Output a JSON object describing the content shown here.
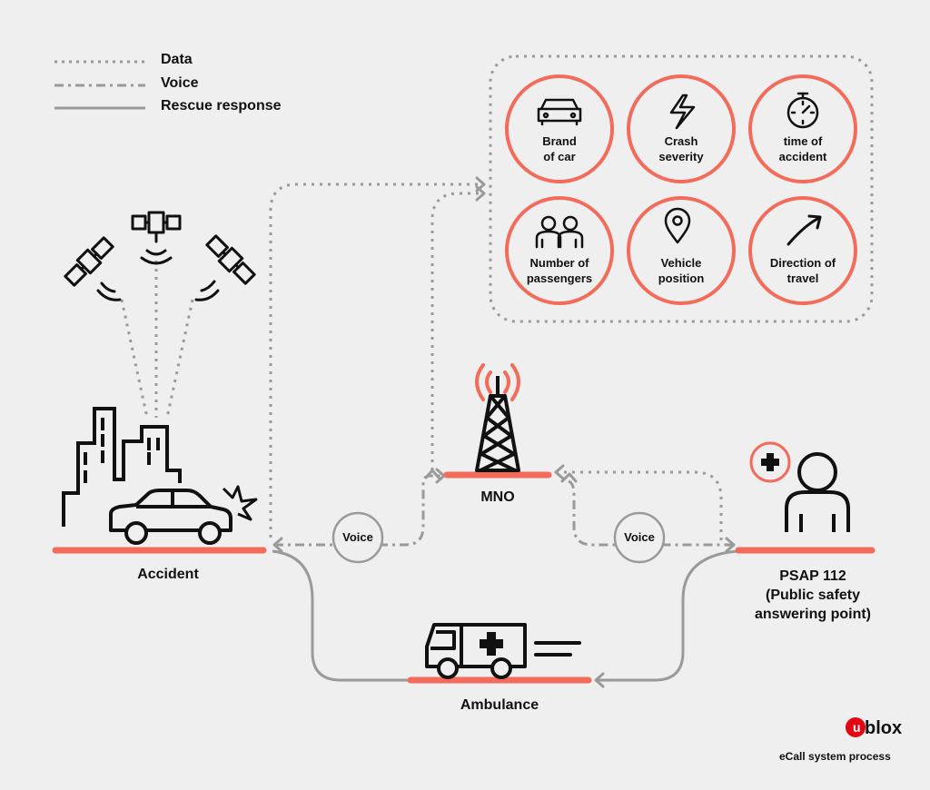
{
  "legend": {
    "data": "Data",
    "voice": "Voice",
    "rescue": "Rescue response"
  },
  "info_items": [
    {
      "label": "Brand\nof car",
      "icon": "car-front-icon"
    },
    {
      "label": "Crash\nseverity",
      "icon": "lightning-icon"
    },
    {
      "label": "time of\naccident",
      "icon": "stopwatch-icon"
    },
    {
      "label": "Number of\npassengers",
      "icon": "passengers-icon"
    },
    {
      "label": "Vehicle\nposition",
      "icon": "location-pin-icon"
    },
    {
      "label": "Direction of\ntravel",
      "icon": "arrow-up-right-icon"
    }
  ],
  "nodes": {
    "accident": "Accident",
    "mno": "MNO",
    "psap": "PSAP 112\n(Public safety\nanswering point)",
    "ambulance": "Ambulance"
  },
  "voice_badges": [
    "Voice",
    "Voice"
  ],
  "brand": {
    "logo_text": "ublox",
    "caption": "eCall system process"
  },
  "colors": {
    "accent": "#f26b5b",
    "line_gray": "#9a9a9a",
    "background": "#efefef",
    "ink": "#111111"
  }
}
